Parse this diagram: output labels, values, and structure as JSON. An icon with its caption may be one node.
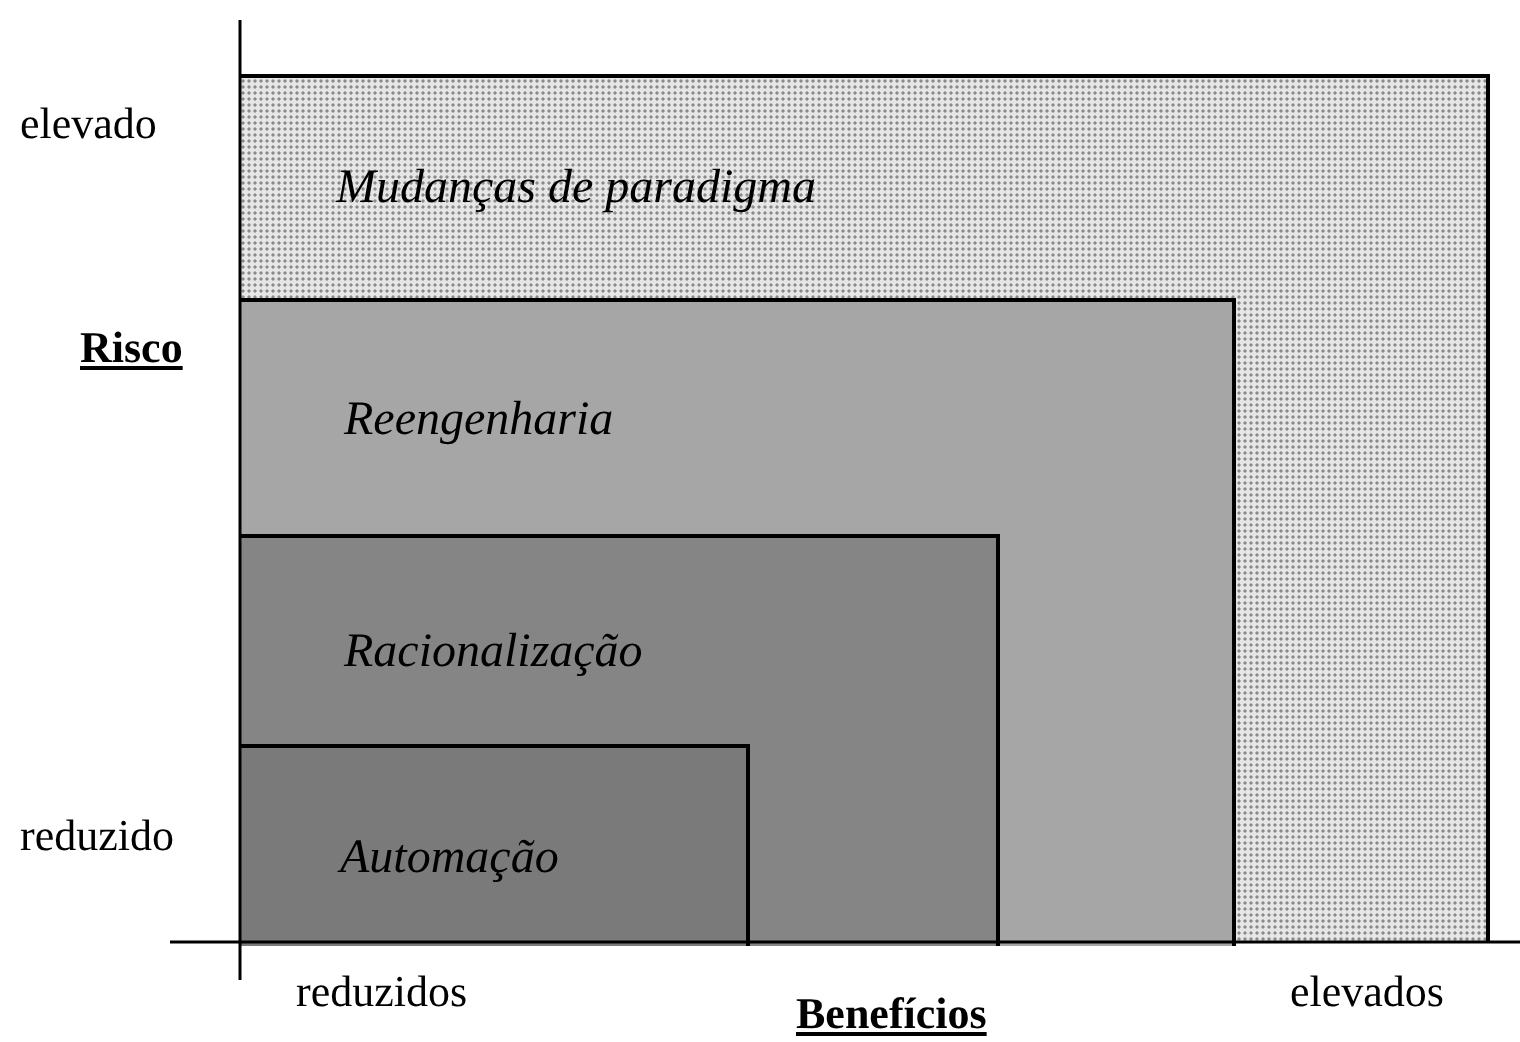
{
  "diagram": {
    "nodes": [
      {
        "text": [
          "Mudanças de paradigma"
        ]
      },
      {
        "text": [
          "Reengenharia"
        ],
        "in": 0
      },
      {
        "text": [
          "Racionalização"
        ],
        "in": 1
      },
      {
        "text": [
          "Automação"
        ],
        "in": 2
      }
    ],
    "edges": [],
    "labels": [
      "elevado",
      "Risco",
      "reduzido",
      "reduzidos",
      "Benefícios",
      "elevados"
    ]
  }
}
